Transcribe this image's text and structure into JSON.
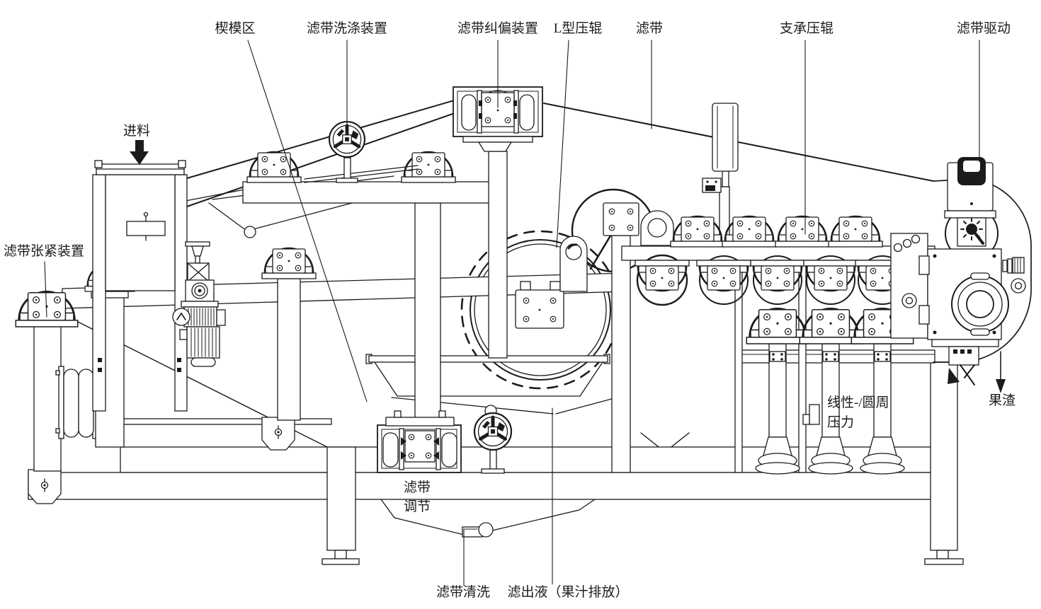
{
  "diagram": {
    "type": "technical-line-drawing",
    "subject": "belt-press-machine",
    "labels": {
      "wedge_zone": "楔模区",
      "belt_washing": "滤带洗涤装置",
      "belt_tracking": "滤带纠偏装置",
      "l_roller": "L型压辊",
      "belt": "滤带",
      "support_rollers": "支承压辊",
      "belt_drive": "滤带驱动",
      "feed": "进料",
      "belt_tension": "滤带张紧装置",
      "pressure_line1": "线性-/圆周",
      "pressure_line2": "压力",
      "pomace": "果渣",
      "belt_adjust_line1": "滤带",
      "belt_adjust_line2": "调节",
      "belt_cleaning": "滤带清洗",
      "filtrate": "滤出液（果汁排放）"
    },
    "icons": {
      "feed_arrow": "down-arrow",
      "pomace_arrow": "down-arrow"
    },
    "colors": {
      "line": "#1b1b1b",
      "background": "#ffffff"
    }
  }
}
